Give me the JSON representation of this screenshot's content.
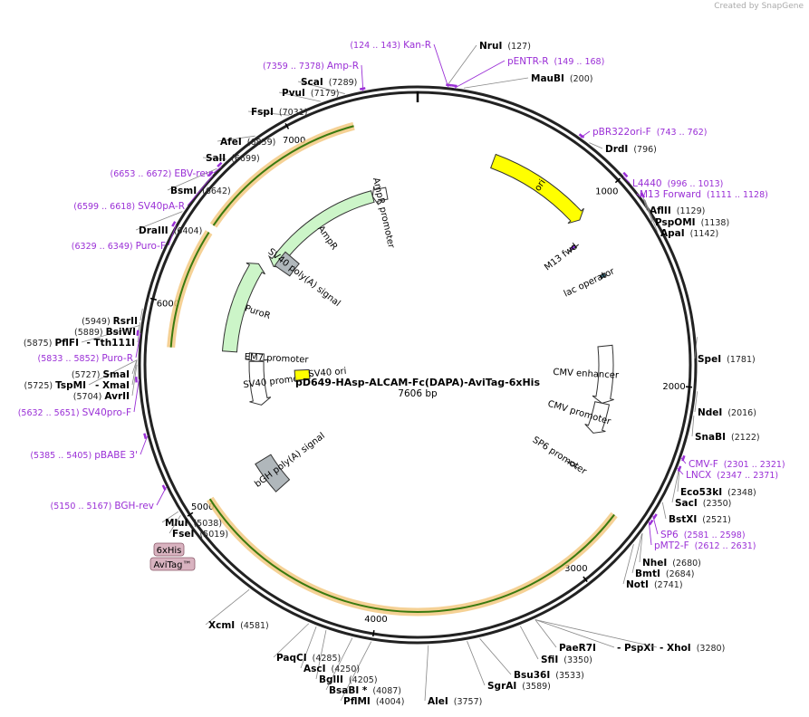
{
  "credit": "Created by SnapGene",
  "plasmid": {
    "name": "pD649-HAsp-ALCAM-Fc(DAPA)-AviTag-6xHis",
    "size_label": "7606 bp",
    "length": 7606
  },
  "ticks": [
    {
      "pos": 1000,
      "label": "1000"
    },
    {
      "pos": 2000,
      "label": "2000"
    },
    {
      "pos": 3000,
      "label": "3000"
    },
    {
      "pos": 4000,
      "label": "4000"
    },
    {
      "pos": 5000,
      "label": "5000"
    },
    {
      "pos": 6000,
      "label": "6000"
    },
    {
      "pos": 7000,
      "label": "7000"
    }
  ],
  "features": [
    {
      "name": "ori",
      "start": 430,
      "end": 1018,
      "dir": 1,
      "color": "#ffff00"
    },
    {
      "name": "AmpR",
      "start": 6430,
      "end": 7290,
      "dir": -1,
      "color": "#ccf5c8"
    },
    {
      "name": "AmpR promoter",
      "start": 7290,
      "end": 7390,
      "dir": -1,
      "color": "#ffffff"
    },
    {
      "name": "M13 fwd",
      "start": 1111,
      "end": 1128,
      "dir": 1,
      "color": "#8a2be2"
    },
    {
      "name": "lac operator",
      "start": 1350,
      "end": 1368,
      "dir": 0,
      "color": "#336677"
    },
    {
      "name": "CMV enhancer",
      "start": 1780,
      "end": 2150,
      "dir": 1,
      "color": "#ffffff"
    },
    {
      "name": "CMV promoter",
      "start": 2150,
      "end": 2350,
      "dir": 1,
      "color": "#ffffff"
    },
    {
      "name": "SP6 promoter",
      "start": 2581,
      "end": 2600,
      "dir": 1,
      "color": "#ffffff"
    },
    {
      "name": "bGH poly(A) signal",
      "start": 4820,
      "end": 5040,
      "dir": 0,
      "color": "#b0b7bb"
    },
    {
      "name": "SV40 promoter",
      "start": 5400,
      "end": 5730,
      "dir": -1,
      "color": "#ffffff"
    },
    {
      "name": "EM7 promoter",
      "start": 5730,
      "end": 5790,
      "dir": -1,
      "color": "#ffffff"
    },
    {
      "name": "PuroR",
      "start": 5790,
      "end": 6390,
      "dir": 1,
      "color": "#ccf5c8"
    },
    {
      "name": "SV40 poly(A) signal",
      "start": 6440,
      "end": 6560,
      "dir": 0,
      "color": "#b0b7bb"
    },
    {
      "name": "SV40 ori",
      "start": 5550,
      "end": 5650,
      "dir": 0,
      "color": "#ffff00"
    }
  ],
  "orfs": [
    {
      "start": 2690,
      "end": 5010,
      "dir": -1
    },
    {
      "start": 5790,
      "end": 6390,
      "dir": 1
    },
    {
      "start": 6430,
      "end": 7290,
      "dir": -1
    }
  ],
  "sites": [
    {
      "name": "NruI",
      "pos": "(127)",
      "type": "enzyme"
    },
    {
      "name": "MauBI",
      "pos": "(200)",
      "type": "enzyme"
    },
    {
      "name": "DrdI",
      "pos": "(796)",
      "type": "enzyme"
    },
    {
      "name": "AflII",
      "pos": "(1129)",
      "type": "enzyme"
    },
    {
      "name": "PspOMI",
      "pos": "(1138)",
      "type": "enzyme"
    },
    {
      "name": "ApaI",
      "pos": "(1142)",
      "type": "enzyme"
    },
    {
      "name": "SpeI",
      "pos": "(1781)",
      "type": "enzyme"
    },
    {
      "name": "NdeI",
      "pos": "(2016)",
      "type": "enzyme"
    },
    {
      "name": "SnaBI",
      "pos": "(2122)",
      "type": "enzyme"
    },
    {
      "name": "Eco53kI",
      "pos": "(2348)",
      "type": "enzyme"
    },
    {
      "name": "SacI",
      "pos": "(2350)",
      "type": "enzyme"
    },
    {
      "name": "BstXI",
      "pos": "(2521)",
      "type": "enzyme"
    },
    {
      "name": "NheI",
      "pos": "(2680)",
      "type": "enzyme"
    },
    {
      "name": "BmtI",
      "pos": "(2684)",
      "type": "enzyme"
    },
    {
      "name": "NotI",
      "pos": "(2741)",
      "type": "enzyme"
    },
    {
      "name": "PaeR7I",
      "pos": "",
      "type": "enzyme"
    },
    {
      "name": "- PspXI",
      "pos": "",
      "type": "enzyme"
    },
    {
      "name": "- XhoI",
      "pos": "(3280)",
      "type": "enzyme"
    },
    {
      "name": "SfiI",
      "pos": "(3350)",
      "type": "enzyme"
    },
    {
      "name": "Bsu36I",
      "pos": "(3533)",
      "type": "enzyme"
    },
    {
      "name": "SgrAI",
      "pos": "(3589)",
      "type": "enzyme"
    },
    {
      "name": "AleI",
      "pos": "(3757)",
      "type": "enzyme"
    },
    {
      "name": "PflMI",
      "pos": "(4004)",
      "type": "enzyme"
    },
    {
      "name": "BsaBI",
      "pos": "(4087)",
      "type": "enzyme",
      "star": "*"
    },
    {
      "name": "BglII",
      "pos": "(4205)",
      "type": "enzyme"
    },
    {
      "name": "AscI",
      "pos": "(4250)",
      "type": "enzyme"
    },
    {
      "name": "PaqCI",
      "pos": "(4285)",
      "type": "enzyme"
    },
    {
      "name": "XcmI",
      "pos": "(4581)",
      "type": "enzyme"
    },
    {
      "name": "FseI",
      "pos": "(5019)",
      "type": "enzyme"
    },
    {
      "name": "MluI",
      "pos": "(5038)",
      "type": "enzyme"
    },
    {
      "name": "AvrII",
      "pos": "(5704)",
      "type": "enzyme"
    },
    {
      "name": "TspMI",
      "pos": "(5725)",
      "type": "enzyme"
    },
    {
      "name": "- XmaI",
      "pos": "",
      "type": "enzyme"
    },
    {
      "name": "SmaI",
      "pos": "(5727)",
      "type": "enzyme"
    },
    {
      "name": "PflFI",
      "pos": "(5875)",
      "type": "enzyme"
    },
    {
      "name": "- Tth111I",
      "pos": "",
      "type": "enzyme"
    },
    {
      "name": "BsiWI",
      "pos": "(5889)",
      "type": "enzyme"
    },
    {
      "name": "RsrII",
      "pos": "(5949)",
      "type": "enzyme"
    },
    {
      "name": "DraIII",
      "pos": "(6404)",
      "type": "enzyme"
    },
    {
      "name": "BsmI",
      "pos": "(6642)",
      "type": "enzyme"
    },
    {
      "name": "SalI",
      "pos": "(6699)",
      "type": "enzyme"
    },
    {
      "name": "AfeI",
      "pos": "(6859)",
      "type": "enzyme"
    },
    {
      "name": "FspI",
      "pos": "(7031)",
      "type": "enzyme"
    },
    {
      "name": "PvuI",
      "pos": "(7179)",
      "type": "enzyme"
    },
    {
      "name": "ScaI",
      "pos": "(7289)",
      "type": "enzyme"
    }
  ],
  "primers": [
    {
      "name": "Kan-R",
      "pos": "(124 .. 143)"
    },
    {
      "name": "pENTR-R",
      "pos": "(149 .. 168)"
    },
    {
      "name": "pBR322ori-F",
      "pos": "(743 .. 762)"
    },
    {
      "name": "L4440",
      "pos": "(996 .. 1013)"
    },
    {
      "name": "M13 Forward",
      "pos": "(1111 .. 1128)"
    },
    {
      "name": "CMV-F",
      "pos": "(2301 .. 2321)"
    },
    {
      "name": "LNCX",
      "pos": "(2347 .. 2371)"
    },
    {
      "name": "SP6",
      "pos": "(2581 .. 2598)"
    },
    {
      "name": "pMT2-F",
      "pos": "(2612 .. 2631)"
    },
    {
      "name": "BGH-rev",
      "pos": "(5150 .. 5167)"
    },
    {
      "name": "pBABE 3'",
      "pos": "(5385 .. 5405)"
    },
    {
      "name": "SV40pro-F",
      "pos": "(5632 .. 5651)"
    },
    {
      "name": "Puro-R",
      "pos": "(5833 .. 5852)"
    },
    {
      "name": "Puro-F",
      "pos": "(6329 .. 6349)"
    },
    {
      "name": "SV40pA-R",
      "pos": "(6599 .. 6618)"
    },
    {
      "name": "EBV-rev",
      "pos": "(6653 .. 6672)"
    },
    {
      "name": "Amp-R",
      "pos": "(7359 .. 7378)"
    }
  ],
  "tags": [
    "6xHis",
    "AviTag™"
  ],
  "colors": {
    "enzyme": "#000000",
    "primer": "#9a2fd6",
    "tag_fill": "#d9b3c0",
    "orf": "#f2c67a",
    "orf_line": "#3a7a10"
  }
}
